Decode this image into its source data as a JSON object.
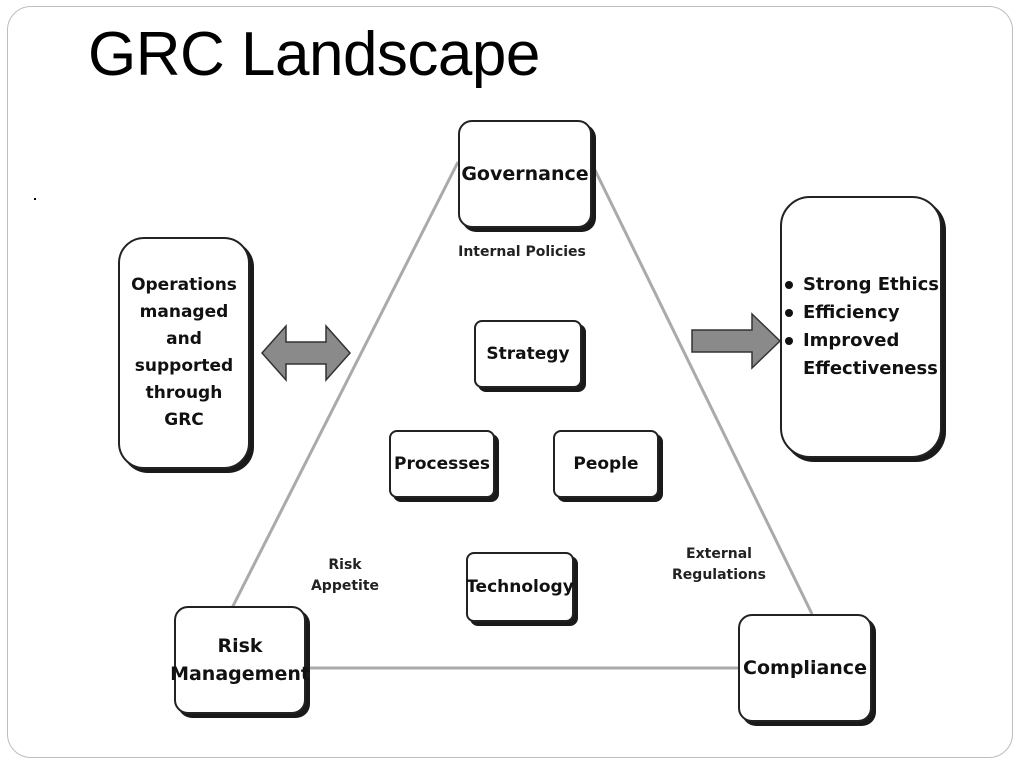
{
  "slide": {
    "title": "GRC Landscape"
  },
  "diagram": {
    "vertices": {
      "governance": "Governance",
      "risk_management": "Risk\nManagement",
      "compliance": "Compliance"
    },
    "edge_labels": {
      "internal_policies": "Internal Policies",
      "risk_appetite": "Risk\nAppetite",
      "external_regulations": "External\nRegulations"
    },
    "inner": {
      "strategy": "Strategy",
      "processes": "Processes",
      "people": "People",
      "technology": "Technology"
    },
    "operations": "Operations\nmanaged\nand\nsupported\nthrough\nGRC",
    "benefits": [
      "Strong Ethics",
      "Efficiency",
      "Improved",
      "Effectiveness"
    ],
    "colors": {
      "triangle_line": "#aaaaaa",
      "arrow_fill": "#8a8a8a",
      "box_border": "#222222"
    }
  }
}
